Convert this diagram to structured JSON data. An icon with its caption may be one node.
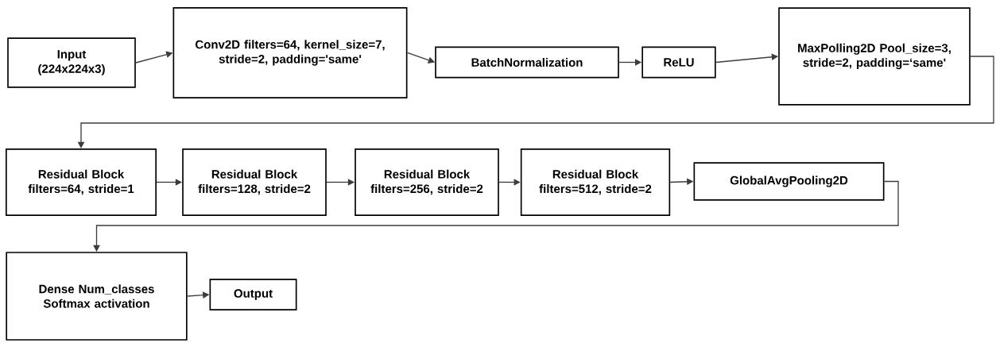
{
  "diagram": {
    "nodes": [
      {
        "text": [
          "Input (224x224x3)"
        ]
      },
      {
        "text": [
          "Conv2D filters=64, kernel_size=7, stride=2, padding='same'"
        ]
      },
      {
        "text": [
          "BatchNormalization"
        ]
      },
      {
        "text": [
          "ReLU"
        ]
      },
      {
        "text": [
          "MaxPolling2D Pool_size=3, stride=2, padding=‘same'"
        ]
      },
      {
        "text": [
          "Residual Block filters=64, stride=1"
        ]
      },
      {
        "text": [
          "Residual Block filters=128, stride=2"
        ]
      },
      {
        "text": [
          "Residual Block filters=256, stride=2"
        ]
      },
      {
        "text": [
          "Residual Block filters=512, stride=2"
        ]
      },
      {
        "text": [
          "GlobalAvgPooling2D"
        ]
      },
      {
        "text": [
          "Dense Num_classes Softmax activation"
        ]
      },
      {
        "text": [
          "Output"
        ]
      }
    ],
    "edges": [
      {
        "from": 0,
        "to": 1,
        "arrow": "to"
      },
      {
        "from": 1,
        "to": 2,
        "arrow": "to"
      },
      {
        "from": 2,
        "to": 3,
        "arrow": "to"
      },
      {
        "from": 3,
        "to": 4,
        "arrow": "to"
      },
      {
        "from": 4,
        "to": 5,
        "arrow": "to"
      },
      {
        "from": 5,
        "to": 6,
        "arrow": "to"
      },
      {
        "from": 6,
        "to": 7,
        "arrow": "to"
      },
      {
        "from": 7,
        "to": 8,
        "arrow": "to"
      },
      {
        "from": 8,
        "to": 9,
        "arrow": "to"
      },
      {
        "from": 9,
        "to": 10,
        "arrow": "to"
      },
      {
        "from": 10,
        "to": 11,
        "arrow": "to"
      }
    ]
  }
}
